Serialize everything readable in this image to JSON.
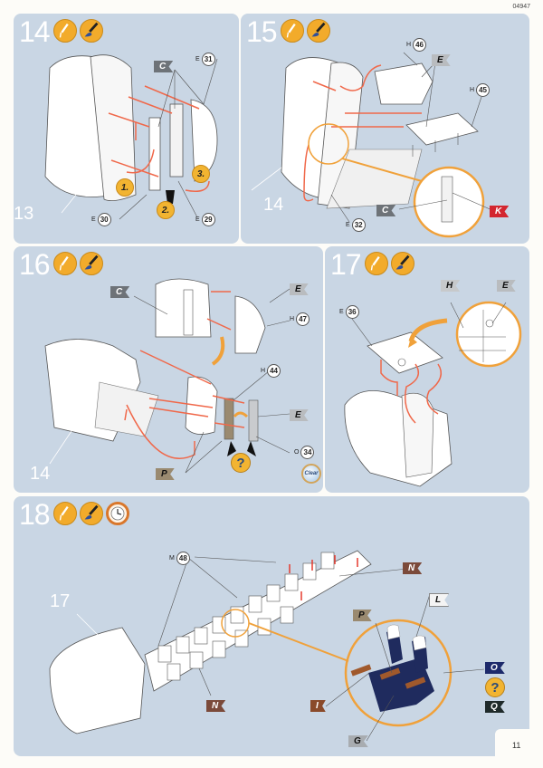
{
  "document": {
    "code": "04947",
    "page_number": "11"
  },
  "steps": [
    {
      "number": "14",
      "icons": [
        "glue-icon",
        "paint-brush-icon"
      ],
      "parts": [
        {
          "prefix": "E",
          "number": "31"
        },
        {
          "prefix": "E",
          "number": "30"
        },
        {
          "prefix": "E",
          "number": "29"
        }
      ],
      "color_flags": [
        {
          "letter": "C",
          "color": "#6e7378"
        }
      ],
      "substeps": [
        "1.",
        "2.",
        "3."
      ],
      "reference": "13"
    },
    {
      "number": "15",
      "icons": [
        "glue-icon",
        "paint-brush-icon"
      ],
      "parts": [
        {
          "prefix": "H",
          "number": "46"
        },
        {
          "prefix": "H",
          "number": "45"
        },
        {
          "prefix": "E",
          "number": "32"
        }
      ],
      "color_flags": [
        {
          "letter": "E",
          "color": "#b9bcbf"
        },
        {
          "letter": "C",
          "color": "#6e7378"
        },
        {
          "letter": "K",
          "color": "#d3262f"
        }
      ],
      "reference": "14"
    },
    {
      "number": "16",
      "icons": [
        "glue-icon",
        "paint-brush-icon"
      ],
      "parts": [
        {
          "prefix": "H",
          "number": "47"
        },
        {
          "prefix": "H",
          "number": "44"
        },
        {
          "prefix": "O",
          "number": "34"
        }
      ],
      "color_flags": [
        {
          "letter": "C",
          "color": "#6e7378"
        },
        {
          "letter": "E",
          "color": "#b9bcbf"
        },
        {
          "letter": "E",
          "color": "#b9bcbf"
        },
        {
          "letter": "P",
          "color": "#9a8a70"
        }
      ],
      "question_mark": "?",
      "clear_label": "Clear",
      "reference": "14"
    },
    {
      "number": "17",
      "icons": [
        "glue-icon",
        "paint-brush-icon"
      ],
      "parts": [
        {
          "prefix": "E",
          "number": "36"
        }
      ],
      "color_flags": [
        {
          "letter": "H",
          "color": "#c7c9cb"
        },
        {
          "letter": "E",
          "color": "#b9bcbf"
        }
      ]
    },
    {
      "number": "18",
      "icons": [
        "glue-icon",
        "paint-brush-icon",
        "clock-icon"
      ],
      "parts": [
        {
          "prefix": "M",
          "number": "48"
        }
      ],
      "color_flags": [
        {
          "letter": "N",
          "color": "#7b4a3a"
        },
        {
          "letter": "N",
          "color": "#7b4a3a"
        },
        {
          "letter": "P",
          "color": "#9a8a70"
        },
        {
          "letter": "L",
          "color": "#f4f4f4"
        },
        {
          "letter": "O",
          "color": "#1d2a6b"
        },
        {
          "letter": "Q",
          "color": "#1f2a2a"
        },
        {
          "letter": "I",
          "color": "#8a4a2a"
        },
        {
          "letter": "G",
          "color": "#a8acb0"
        }
      ],
      "question_mark": "?",
      "reference": "17"
    }
  ],
  "colors": {
    "panel_bg": "#c9d6e4",
    "arrow": "#f0684a",
    "highlight": "#f0a13a",
    "seat_fabric": "#1f2b5e",
    "armrest": "#a0592c"
  }
}
